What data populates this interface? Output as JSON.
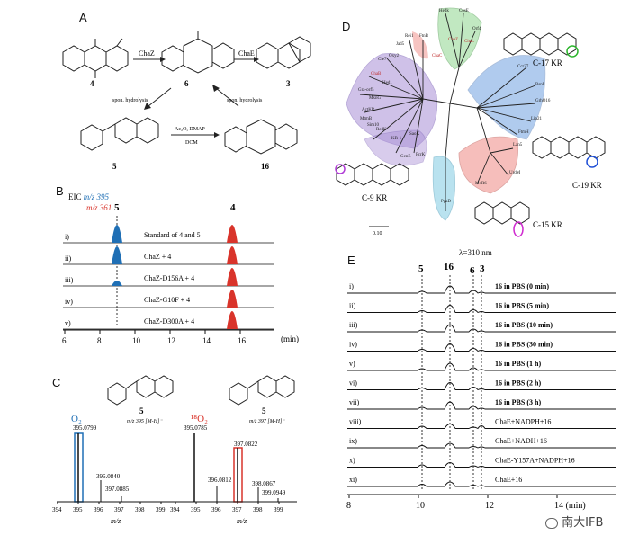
{
  "panels": {
    "a": {
      "letter": "A",
      "compounds": [
        "4",
        "6",
        "3",
        "5",
        "16"
      ],
      "enzymes": [
        "ChaZ",
        "ChaE"
      ],
      "notes": [
        "spon. hydrolysis",
        "spon. hydrolysis"
      ],
      "reagent": "Ac₂O, DMAP",
      "solvent": "DCM"
    },
    "b": {
      "letter": "B",
      "eic_label": "EIC",
      "mz_blue": "m/z 395",
      "mz_red": "m/z 361",
      "peak_labels": [
        "5",
        "4"
      ],
      "traces": [
        {
          "idx": "i)",
          "label": "Standard of 4 and 5"
        },
        {
          "idx": "ii)",
          "label": "ChaZ + 4"
        },
        {
          "idx": "iii)",
          "label": "ChaZ-D156A + 4"
        },
        {
          "idx": "iv)",
          "label": "ChaZ-G10F + 4"
        },
        {
          "idx": "v)",
          "label": "ChaZ-D300A + 4"
        }
      ],
      "ticks": [
        "6",
        "8",
        "10",
        "12",
        "14",
        "16"
      ],
      "unit": "(min)"
    },
    "c": {
      "letter": "C",
      "left": {
        "compound": "5",
        "mz": "m/z 395 [M-H]⁻",
        "o_label": "O₂",
        "peaks": [
          "395.0799",
          "396.0840",
          "397.0885"
        ]
      },
      "right": {
        "compound": "5",
        "mz": "m/z 397 [M-H]⁻",
        "o_label": "¹⁸O₂",
        "peaks": [
          "395.0785",
          "396.0812",
          "397.0822",
          "398.0867",
          "399.0949"
        ]
      },
      "ticks": [
        "394",
        "395",
        "396",
        "397",
        "398",
        "399"
      ],
      "xlabel": "m/z"
    },
    "d": {
      "letter": "D",
      "scale": "0.10",
      "clade_labels": [
        "C-17 KR",
        "C-19 KR",
        "C-15 KR",
        "C-9 KR"
      ],
      "leaves": [
        "Hedk",
        "ChaZ",
        "CosE",
        "Orf4",
        "Gra-orf5",
        "ActKR",
        "ChaB",
        "MtmB",
        "RedK",
        "GcnE",
        "FcrK",
        "ChaL",
        "ChaC",
        "Lan5",
        "UrdM",
        "Oxy2",
        "Rei1",
        "FtnB",
        "PgaD",
        "KR-1",
        "Hed1",
        "Ccr27",
        "BsnL",
        "GrhO16",
        "Lip21",
        "FtmH",
        "MxR6",
        "SaoK",
        "MxnG",
        "Cle7",
        "Jad5",
        "Sim10"
      ]
    },
    "e": {
      "letter": "E",
      "wavelength": "λ=310 nm",
      "peak_labels": [
        "5",
        "16",
        "6",
        "3"
      ],
      "traces": [
        {
          "idx": "i)",
          "label": "16 in PBS (0 min)"
        },
        {
          "idx": "ii)",
          "label": "16 in PBS (5 min)"
        },
        {
          "idx": "iii)",
          "label": "16 in PBS (10 min)"
        },
        {
          "idx": "iv)",
          "label": "16 in PBS (30 min)"
        },
        {
          "idx": "v)",
          "label": "16 in PBS (1 h)"
        },
        {
          "idx": "vi)",
          "label": "16 in PBS (2 h)"
        },
        {
          "idx": "vii)",
          "label": "16 in PBS (3 h)"
        },
        {
          "idx": "viii)",
          "label": "ChaE+NADPH+16"
        },
        {
          "idx": "ix)",
          "label": "ChaE+NADH+16"
        },
        {
          "idx": "x)",
          "label": "ChaE-Y157A+NADPH+16"
        },
        {
          "idx": "xi)",
          "label": "ChaE+16"
        }
      ],
      "ticks": [
        "8",
        "10",
        "12",
        "14 (min)"
      ]
    },
    "watermark": "南大IFB"
  },
  "colors": {
    "blue": "#1f6fb5",
    "red": "#d9342b",
    "purple": "#a98fd6",
    "green": "#8fd68f",
    "cyan": "#8ccfe6",
    "pink": "#ef8a84",
    "blue2": "#3d7fd6"
  }
}
